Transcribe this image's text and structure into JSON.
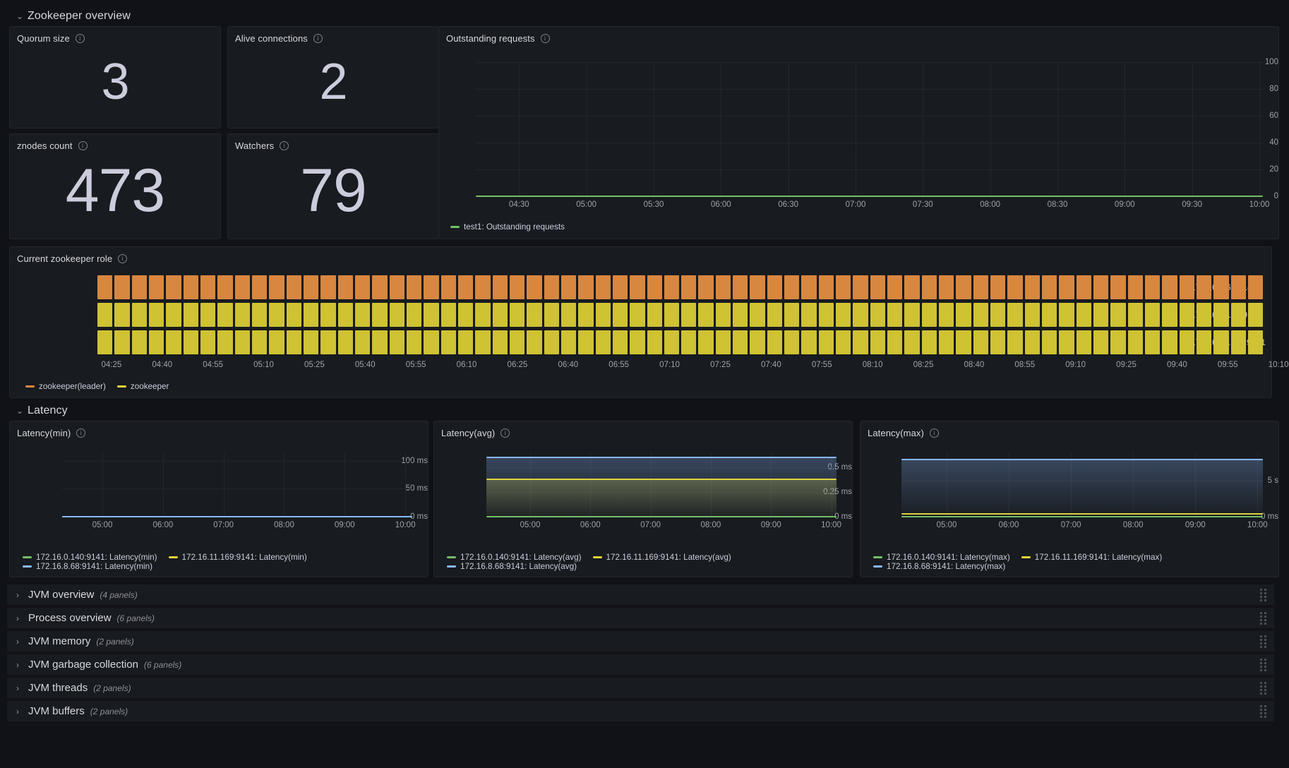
{
  "rows": {
    "zookeeper_overview": {
      "title": "Zookeeper overview",
      "chevron": "⌄"
    },
    "latency": {
      "title": "Latency",
      "chevron": "⌄"
    }
  },
  "stats": [
    {
      "title": "Quorum size",
      "value": "3",
      "info": "i"
    },
    {
      "title": "Alive connections",
      "value": "2",
      "info": "i"
    },
    {
      "title": "znodes count",
      "value": "473",
      "info": "i"
    },
    {
      "title": "Watchers",
      "value": "79",
      "info": "i"
    }
  ],
  "panels": {
    "outstanding_requests": {
      "title": "Outstanding requests",
      "info": "i"
    },
    "current_role": {
      "title": "Current zookeeper role",
      "info": "i"
    },
    "latency_min": {
      "title": "Latency(min)",
      "info": "i"
    },
    "latency_avg": {
      "title": "Latency(avg)",
      "info": "i"
    },
    "latency_max": {
      "title": "Latency(max)",
      "info": "i"
    }
  },
  "collapsed_rows": [
    {
      "title": "JVM overview",
      "count": "(4 panels)",
      "chevron": "›"
    },
    {
      "title": "Process overview",
      "count": "(6 panels)",
      "chevron": "›"
    },
    {
      "title": "JVM memory",
      "count": "(2 panels)",
      "chevron": "›"
    },
    {
      "title": "JVM garbage collection",
      "count": "(6 panels)",
      "chevron": "›"
    },
    {
      "title": "JVM threads",
      "count": "(2 panels)",
      "chevron": "›"
    },
    {
      "title": "JVM buffers",
      "count": "(2 panels)",
      "chevron": "›"
    }
  ],
  "colors": {
    "green": "#73bf69",
    "yellow": "#e0d33a",
    "blue": "#8ab8ff",
    "orange": "#d8873f",
    "timeline_yellow": "#cfc233",
    "panel_bg": "#181b1f",
    "page_bg": "#111217",
    "grid": "#23262b",
    "text": "#ccccdc"
  },
  "chart_data": [
    {
      "id": "outstanding_requests",
      "type": "line",
      "title": "Outstanding requests",
      "xlabel": "",
      "ylabel": "",
      "ylim": [
        0,
        100
      ],
      "yticks": [
        0,
        20,
        40,
        60,
        80,
        100
      ],
      "ytick_labels": [
        "0",
        "20",
        "40",
        "60",
        "80",
        "100"
      ],
      "xtick_labels": [
        "04:30",
        "05:00",
        "05:30",
        "06:00",
        "06:30",
        "07:00",
        "07:30",
        "08:00",
        "08:30",
        "09:00",
        "09:30",
        "10:00"
      ],
      "grid": true,
      "legend_position": "bottom",
      "series": [
        {
          "name": "test1: Outstanding requests",
          "color": "#73bf69",
          "constant_value": 0,
          "fill": false
        }
      ]
    },
    {
      "id": "current_role",
      "type": "state-timeline",
      "title": "Current zookeeper role",
      "rows": [
        "172.16.8.68:9141",
        "172.16.0.140:9141",
        "172.16.11.169:9141"
      ],
      "row_states": [
        "zookeeper(leader)",
        "zookeeper",
        "zookeeper"
      ],
      "row_colors": [
        "#d8873f",
        "#cfc233",
        "#cfc233"
      ],
      "segments": 68,
      "xtick_labels": [
        "04:25",
        "04:40",
        "04:55",
        "05:10",
        "05:25",
        "05:40",
        "05:55",
        "06:10",
        "06:25",
        "06:40",
        "06:55",
        "07:10",
        "07:25",
        "07:40",
        "07:55",
        "08:10",
        "08:25",
        "08:40",
        "08:55",
        "09:10",
        "09:25",
        "09:40",
        "09:55",
        "10:10"
      ],
      "legend_position": "bottom",
      "legend": [
        {
          "name": "zookeeper(leader)",
          "color": "#d8873f"
        },
        {
          "name": "zookeeper",
          "color": "#e0d33a"
        }
      ]
    },
    {
      "id": "latency_min",
      "type": "line",
      "title": "Latency(min)",
      "ylim": [
        0,
        115
      ],
      "yticks": [
        0,
        50,
        100
      ],
      "ytick_labels": [
        "0 ms",
        "50 ms",
        "100 ms"
      ],
      "xtick_labels": [
        "05:00",
        "06:00",
        "07:00",
        "08:00",
        "09:00",
        "10:00"
      ],
      "grid": true,
      "legend_position": "bottom",
      "series": [
        {
          "name": "172.16.0.140:9141: Latency(min)",
          "color": "#73bf69",
          "constant_value": 0,
          "fill": false
        },
        {
          "name": "172.16.11.169:9141: Latency(min)",
          "color": "#e0d33a",
          "constant_value": 0,
          "fill": false
        },
        {
          "name": "172.16.8.68:9141: Latency(min)",
          "color": "#8ab8ff",
          "constant_value": 0,
          "fill": false
        }
      ]
    },
    {
      "id": "latency_avg",
      "type": "area",
      "title": "Latency(avg)",
      "ylim": [
        0,
        0.65
      ],
      "yticks": [
        0,
        0.25,
        0.5
      ],
      "ytick_labels": [
        "0 ms",
        "0.25 ms",
        "0.5 ms"
      ],
      "xtick_labels": [
        "05:00",
        "06:00",
        "07:00",
        "08:00",
        "09:00",
        "10:00"
      ],
      "grid": true,
      "legend_position": "bottom",
      "series": [
        {
          "name": "172.16.0.140:9141: Latency(avg)",
          "color": "#73bf69",
          "constant_value": 0,
          "fill": false
        },
        {
          "name": "172.16.11.169:9141: Latency(avg)",
          "color": "#e0d33a",
          "constant_value": 0.38,
          "fill": true
        },
        {
          "name": "172.16.8.68:9141: Latency(avg)",
          "color": "#8ab8ff",
          "constant_value": 0.6,
          "fill": true
        }
      ]
    },
    {
      "id": "latency_max",
      "type": "area",
      "title": "Latency(max)",
      "ylim": [
        0,
        9
      ],
      "yticks": [
        0,
        5
      ],
      "ytick_labels": [
        "0 ms",
        "5 s"
      ],
      "xtick_labels": [
        "05:00",
        "06:00",
        "07:00",
        "08:00",
        "09:00",
        "10:00"
      ],
      "grid": true,
      "legend_position": "bottom",
      "series": [
        {
          "name": "172.16.0.140:9141: Latency(max)",
          "color": "#73bf69",
          "constant_value": 0,
          "fill": false
        },
        {
          "name": "172.16.11.169:9141: Latency(max)",
          "color": "#e0d33a",
          "constant_value": 0.35,
          "fill": false
        },
        {
          "name": "172.16.8.68:9141: Latency(max)",
          "color": "#8ab8ff",
          "constant_value": 8.05,
          "fill": true
        }
      ]
    }
  ]
}
